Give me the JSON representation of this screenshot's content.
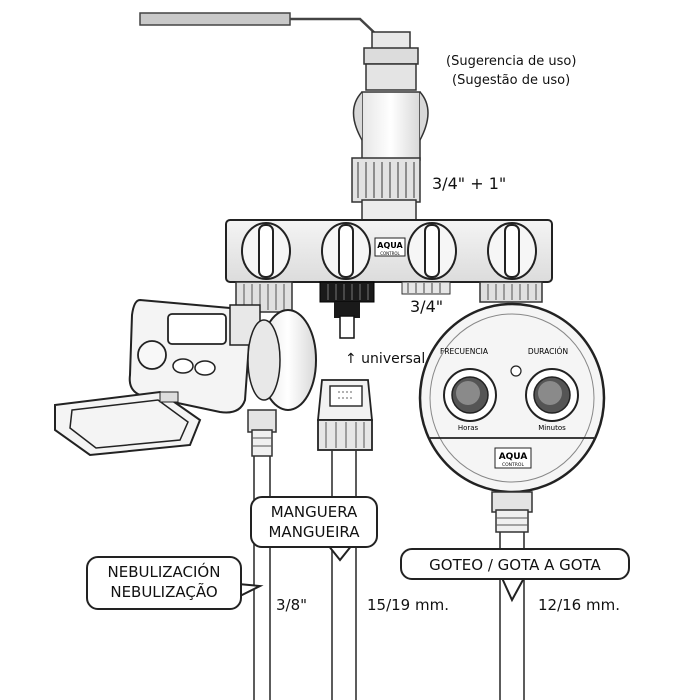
{
  "note": {
    "line1": "(Sugerencia de uso)",
    "line2": "(Sugestão de uso)"
  },
  "inlet_size": "3/4\" + 1\"",
  "outlet_size": "3/4\"",
  "universal_label": "↑ universal",
  "brand": {
    "name": "AQUA",
    "sub": "CONTROL"
  },
  "timer_dials": {
    "frequency_title": "FRECUENCIA",
    "duration_title": "DURACIÓN",
    "frequency_unit": "Horas",
    "duration_unit": "Minutos"
  },
  "callouts": {
    "hose_line1": "MANGUERA",
    "hose_line2": "MANGUEIRA",
    "mist_line1": "NEBULIZACIÓN",
    "mist_line2": "NEBULIZAÇÃO",
    "drip": "GOTEO / GOTA A GOTA"
  },
  "pipe_sizes": {
    "mist": "3/8\"",
    "hose": "15/19 mm.",
    "drip": "12/16 mm."
  }
}
